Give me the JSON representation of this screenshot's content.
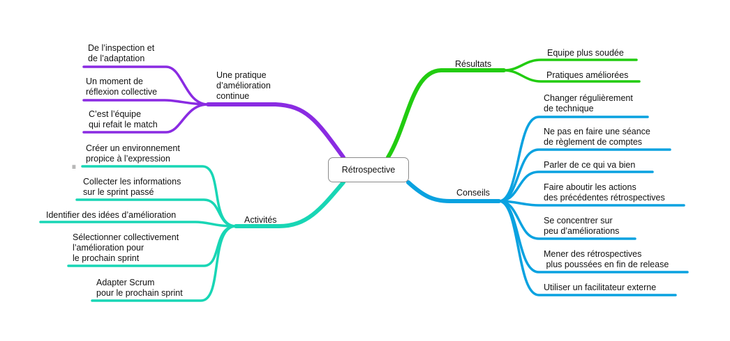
{
  "central": "Rétrospective",
  "colors": {
    "purple": "#8a2be2",
    "green": "#22cc11",
    "blue": "#0aa2e0",
    "teal": "#18d6b5",
    "node_border": "#8a8a8a"
  },
  "branches": {
    "pratique": {
      "label": "Une pratique\nd’amélioration\ncontinue",
      "children": [
        "De l’inspection et\nde l’adaptation",
        "Un moment de\nréflexion collective",
        "C’est l’équipe\nqui refait le match"
      ]
    },
    "activites": {
      "label": "Activités",
      "children": [
        "Créer un environnement\npropice à l’expression",
        "Collecter les informations\nsur le sprint passé",
        "Identifier des idées d’amélioration",
        "Sélectionner collectivement\nl’amélioration pour\nle prochain sprint",
        "Adapter Scrum\npour le prochain sprint"
      ]
    },
    "resultats": {
      "label": "Résultats",
      "children": [
        "Equipe plus soudée",
        "Pratiques améliorées"
      ]
    },
    "conseils": {
      "label": "Conseils",
      "children": [
        "Changer régulièrement\nde technique",
        "Ne pas en faire une séance\nde règlement de comptes",
        "Parler de ce qui va bien",
        "Faire aboutir les actions\ndes précédentes rétrospectives",
        "Se concentrer sur\npeu d’améliorations",
        "Mener des rétrospectives\n plus poussées en fin de release",
        "Utiliser un facilitateur externe"
      ]
    }
  },
  "note_icon": "notes-icon"
}
